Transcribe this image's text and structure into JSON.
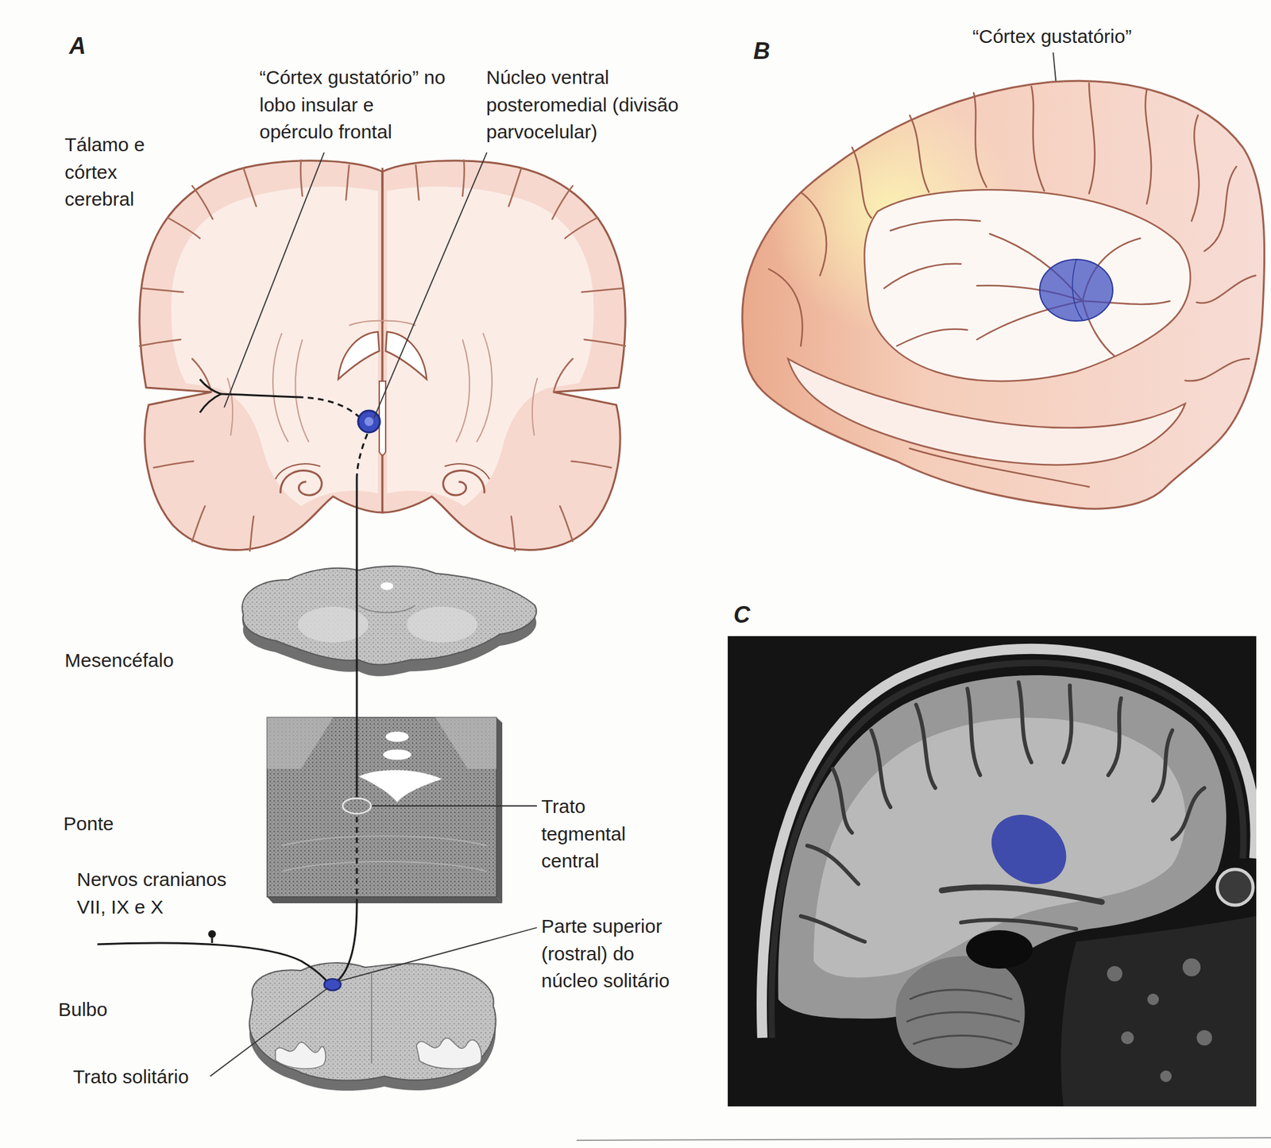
{
  "diagram": {
    "labels": [
      "A",
      "“Córtex gustatório” no lobo insular e opérculo frontal",
      "Núcleo ventral posteromedial (divisão parvocelular)",
      "B",
      "“Córtex gustatório”",
      "Tálamo e córtex cerebral",
      "Mesencéfalo",
      "C",
      "Ponte",
      "Trato tegmental central",
      "Nervos cranianos VII, IX e X",
      "Parte superior (rostral) do núcleo solitário",
      "Bulbo",
      "Trato solitário"
    ]
  }
}
